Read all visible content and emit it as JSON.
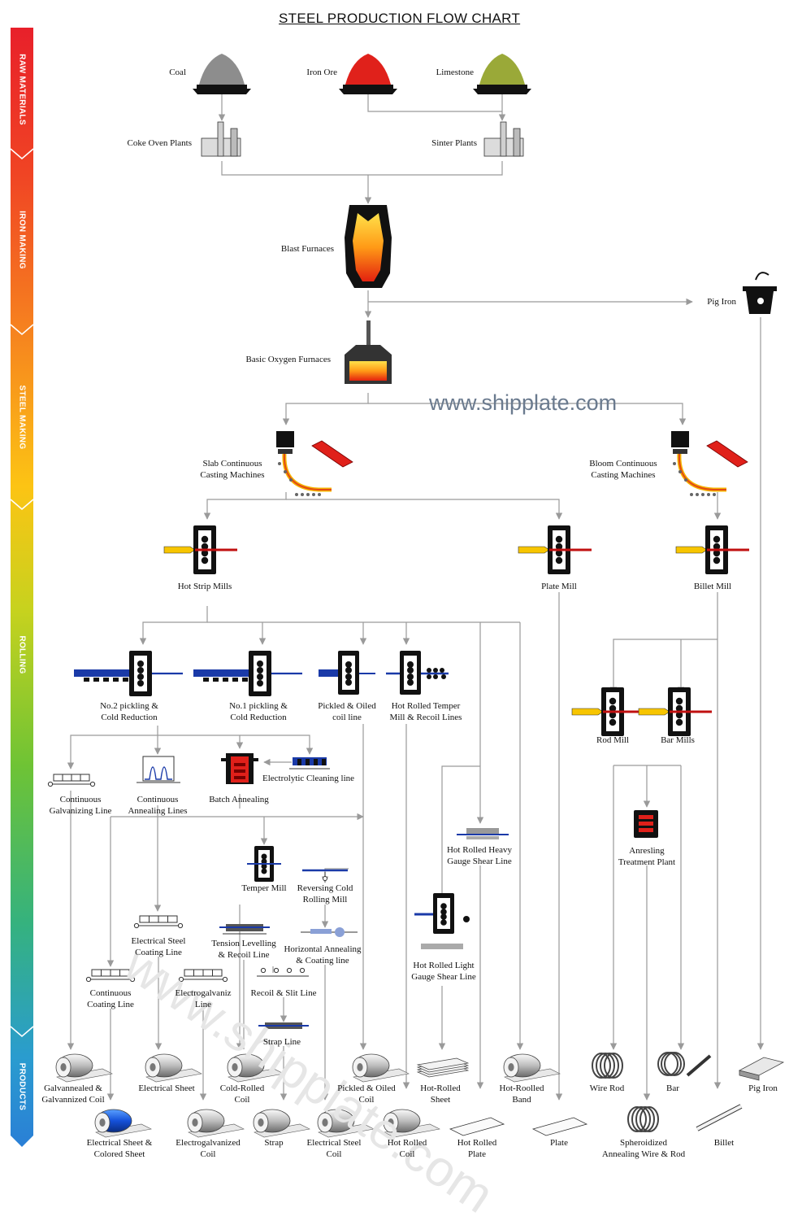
{
  "title": "STEEL PRODUCTION FLOW CHART",
  "watermark": "www.shipplate.com",
  "watermark_diagonal": "www.shipplate.com",
  "stages": [
    {
      "name": "RAW MATERIALS",
      "color": "#e8202a"
    },
    {
      "name": "IRON MAKING",
      "color": "#f26a22"
    },
    {
      "name": "STEEL MAKING",
      "color": "#fbb715"
    },
    {
      "name": "ROLLING",
      "color": "#6ec335"
    },
    {
      "name": "PRODUCTS",
      "color": "#2a8fd6"
    }
  ],
  "nodes": {
    "coal": "Coal",
    "iron_ore": "Iron Ore",
    "limestone": "Limestone",
    "coke_oven": "Coke Oven Plants",
    "sinter": "Sinter Plants",
    "blast": "Blast Furnaces",
    "pig_iron": "Pig Iron",
    "bof": "Basic Oxygen Furnaces",
    "slab_cast": "Slab Continuous\nCasting Machines",
    "bloom_cast": "Bloom Continuous\nCasting Machines",
    "hot_strip": "Hot Strip Mills",
    "plate_mill": "Plate Mill",
    "billet_mill": "Billet Mill",
    "no2_pickling": "No.2 pickling &\nCold Reduction",
    "no1_pickling": "No.1 pickling &\nCold Reduction",
    "pickled_oiled_line": "Pickled & Oiled\ncoil line",
    "hot_temper": "Hot Rolled Temper\nMill & Recoil Lines",
    "rod_mill": "Rod Mill",
    "bar_mills": "Bar Mills",
    "cont_galv": "Continuous\nGalvanizing Line",
    "cont_anneal": "Continuous\nAnnealing Lines",
    "batch_anneal": "Batch Annealing",
    "electrolytic": "Electrolytic Cleaning line",
    "annealing_plant": "Anresling\nTreatment Plant",
    "heavy_shear": "Hot Rolled Heavy\nGauge Shear Line",
    "temper_mill": "Temper Mill",
    "reversing": "Reversing Cold\nRolling Mill",
    "elec_steel_coat": "Electrical Steel\nCoating Line",
    "tension": "Tension Levelling\n& Recoil Line",
    "horiz_anneal": "Horizontal Annealing\n& Coating line",
    "light_shear": "Hot Rolled Light\nGauge Shear Line",
    "cont_coating": "Continuous\nCoating Line",
    "electrogalv_line": "Electrogalvaniz\nLine",
    "recoil_slit": "Recoil & Slit Line",
    "strap_line": "Strap Line"
  },
  "products_row1": [
    "Galvannealed &\nGalvannized Coil",
    "Electrical Sheet",
    "Cold-Rolled\nCoil",
    "Pickled & Oiled\nCoil",
    "Hot-Rolled\nSheet",
    "Hot-Roolled\nBand",
    "Wire Rod",
    "Bar",
    "Pig Iron"
  ],
  "products_row2": [
    "Electrical Sheet &\nColored Sheet",
    "Electrogalvanized\nCoil",
    "Strap",
    "Electrical Steel\nCoil",
    "Hot Rolled\nCoil",
    "Hot Rolled\nPlate",
    "Plate",
    "Spheroidized\nAnnealing Wire & Rod",
    "Billet"
  ]
}
